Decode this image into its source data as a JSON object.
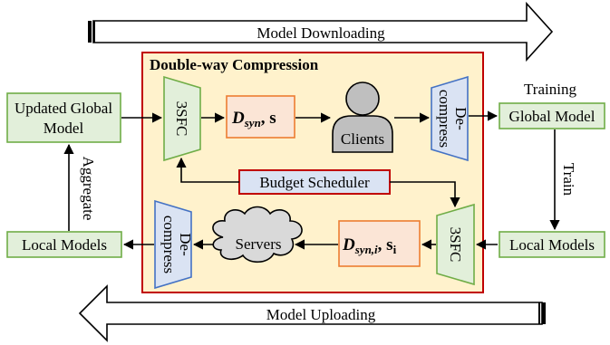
{
  "top_arrow": {
    "label": "Model Downloading"
  },
  "bottom_arrow": {
    "label": "Model Uploading"
  },
  "compression_box": {
    "title": "Double-way Compression"
  },
  "updated_global_model": {
    "line1": "Updated Global",
    "line2": "Model"
  },
  "local_models_left": {
    "label": "Local Models"
  },
  "global_model": {
    "label": "Global Model"
  },
  "local_models_right": {
    "label": "Local Models"
  },
  "training_label": "Training",
  "train_label": "Train",
  "aggregate_label": "Aggregate",
  "sfc_top": {
    "label": "3SFC"
  },
  "sfc_bottom": {
    "label": "3SFC"
  },
  "decompress_top": {
    "line1": "De-",
    "line2": "compress"
  },
  "decompress_bottom": {
    "line1": "De-",
    "line2": "compress"
  },
  "dsyn_top": {
    "main": "D",
    "sub": "syn",
    "sep": ", s"
  },
  "dsyn_bottom": {
    "main": "D",
    "sub": "syn,i",
    "sep": ", s",
    "sub2": "i"
  },
  "clients": {
    "label": "Clients"
  },
  "servers": {
    "label": "Servers"
  },
  "budget_scheduler": {
    "label": "Budget Scheduler"
  },
  "colors": {
    "green_fill": "#e2efda",
    "green_stroke": "#70ad47",
    "blue_fill": "#dae3f3",
    "blue_stroke": "#4472c4",
    "orange_fill": "#fbe5d6",
    "orange_stroke": "#ed7d31",
    "yellow_fill": "#fff2cc",
    "red_stroke": "#c00000",
    "gray_fill": "#bfbfbf"
  }
}
